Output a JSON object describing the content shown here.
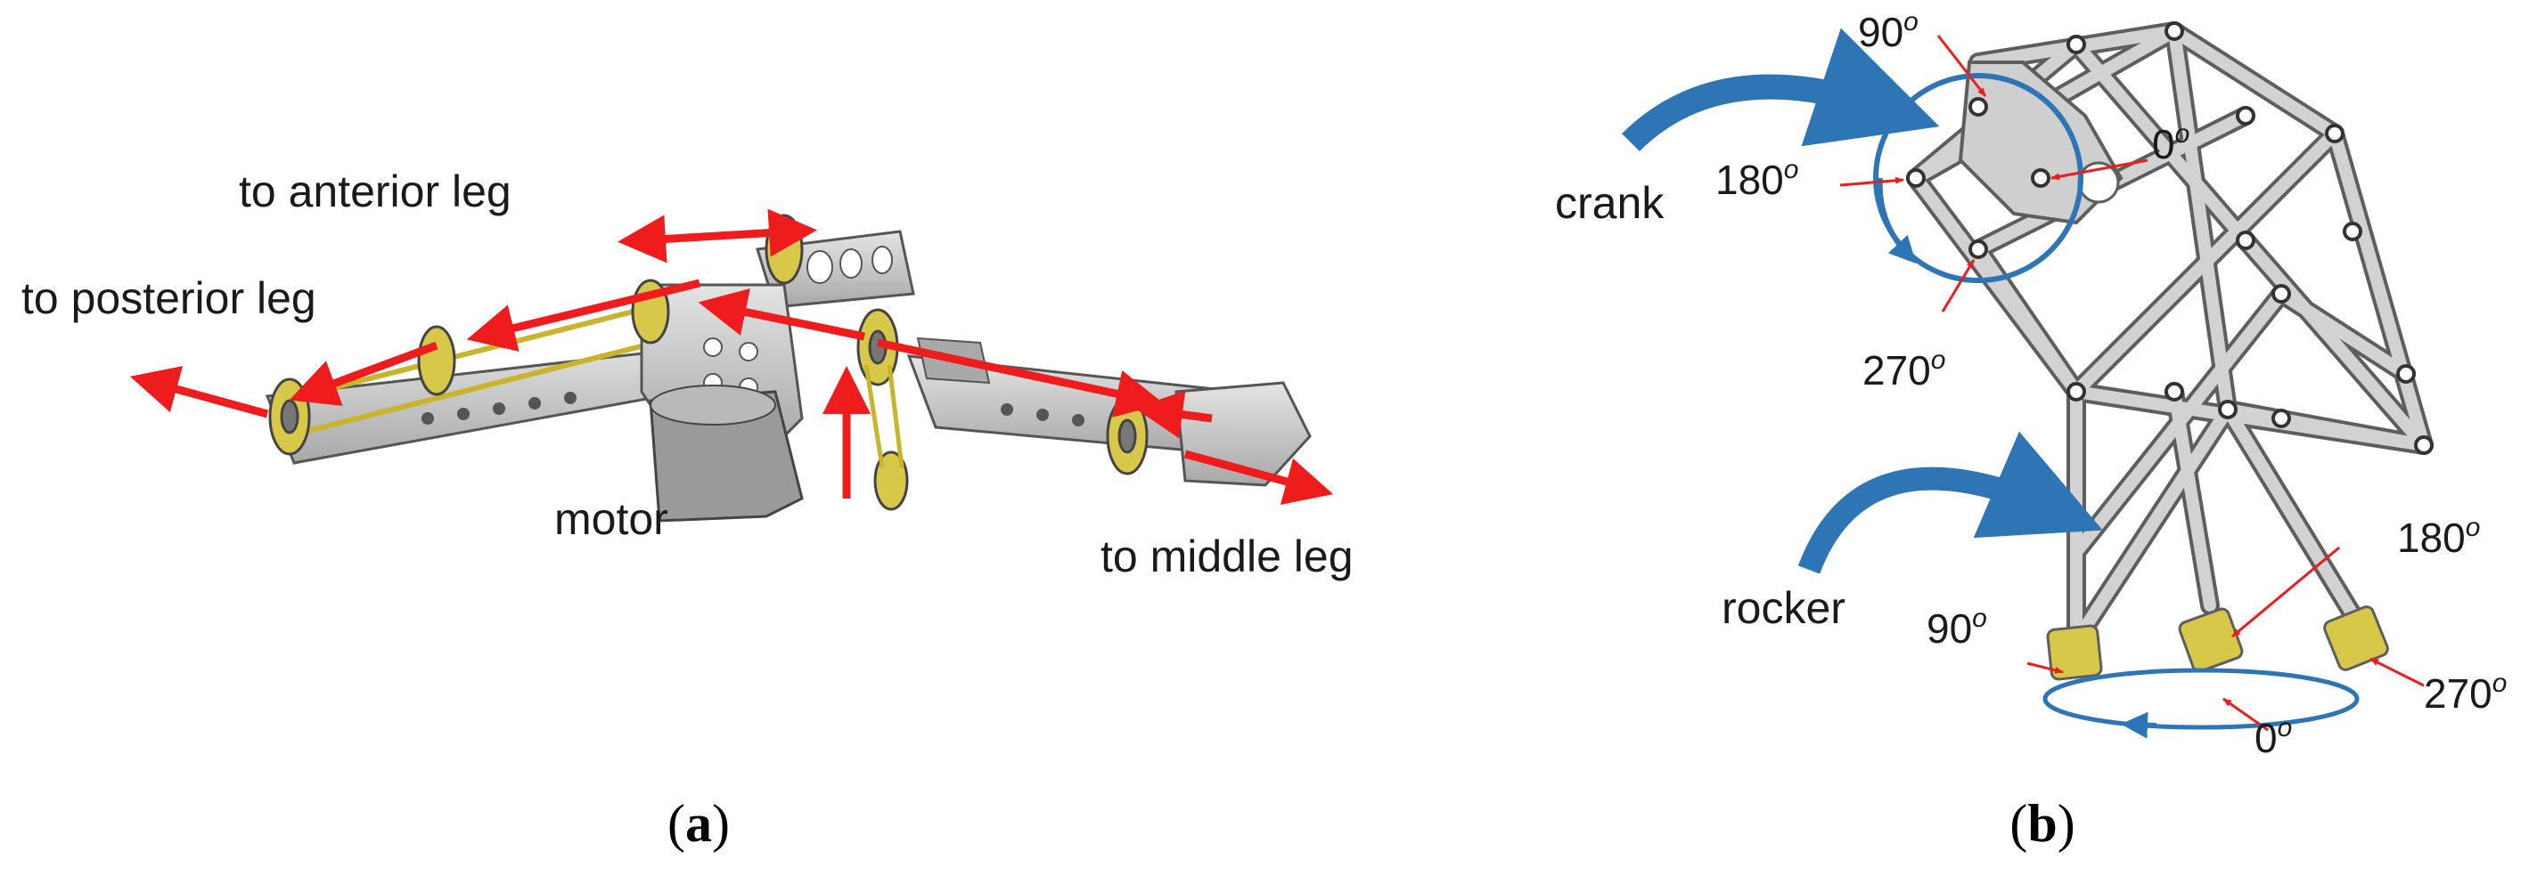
{
  "panel_a": {
    "labels": {
      "anterior": "to anterior leg",
      "posterior": "to posterior leg",
      "motor": "motor",
      "middle": "to middle leg"
    },
    "caption": {
      "open": "(",
      "letter": "a",
      "close": ")"
    }
  },
  "panel_b": {
    "labels": {
      "crank": "crank",
      "rocker": "rocker"
    },
    "angles": {
      "crank_90": "90",
      "crank_0": "0",
      "crank_180": "180",
      "crank_270": "270",
      "foot_90": "90",
      "foot_180": "180",
      "foot_270": "270",
      "foot_0": "0",
      "degree_symbol": "o"
    },
    "caption": {
      "open": "(",
      "letter": "b",
      "close": ")"
    }
  },
  "colors": {
    "arrow_red": "#ee1c1c",
    "crank_blue": "#2e75b6",
    "metal_gray": "#c8c8c8",
    "metal_dark": "#6e6e6e",
    "foot_yellow": "#d8c84a"
  }
}
